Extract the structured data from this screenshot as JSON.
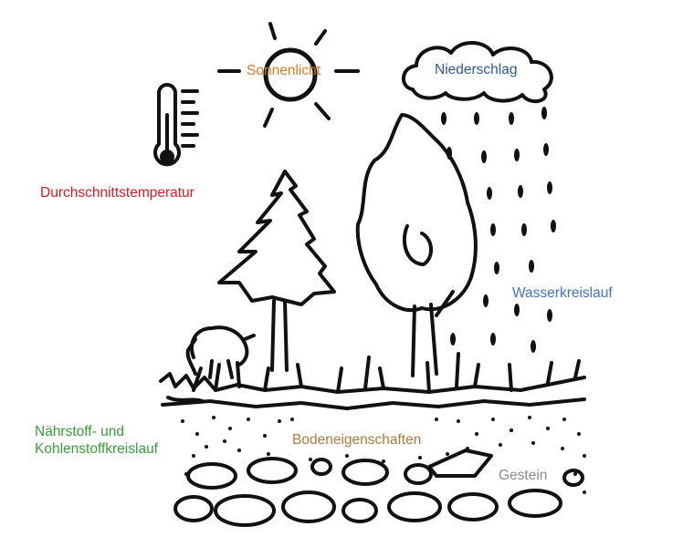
{
  "labels": {
    "sunlight": "Sonnenlicht",
    "precipitation": "Niederschlag",
    "temperature": "Durchschnittstemperatur",
    "water_cycle": "Wasserkreislauf",
    "nutrient_line1": "Nährstoff- und",
    "nutrient_line2": "Kohlenstoffkreislauf",
    "soil": "Bodeneigenschaften",
    "rock": "Gestein"
  },
  "colors": {
    "sunlight": "#e07b20",
    "precipitation": "#2f5a8f",
    "temperature": "#e0181e",
    "water_cycle": "#4472c4",
    "nutrient": "#35a035",
    "soil": "#b07a3a",
    "rock": "#8a8a8a",
    "ink": "#111111"
  },
  "icons": [
    "sun-icon",
    "cloud-icon",
    "thermometer-icon",
    "rain-icon",
    "conifer-icon",
    "deciduous-tree-icon",
    "deer-icon",
    "grass-icon",
    "soil-dots-icon",
    "rocks-icon"
  ]
}
